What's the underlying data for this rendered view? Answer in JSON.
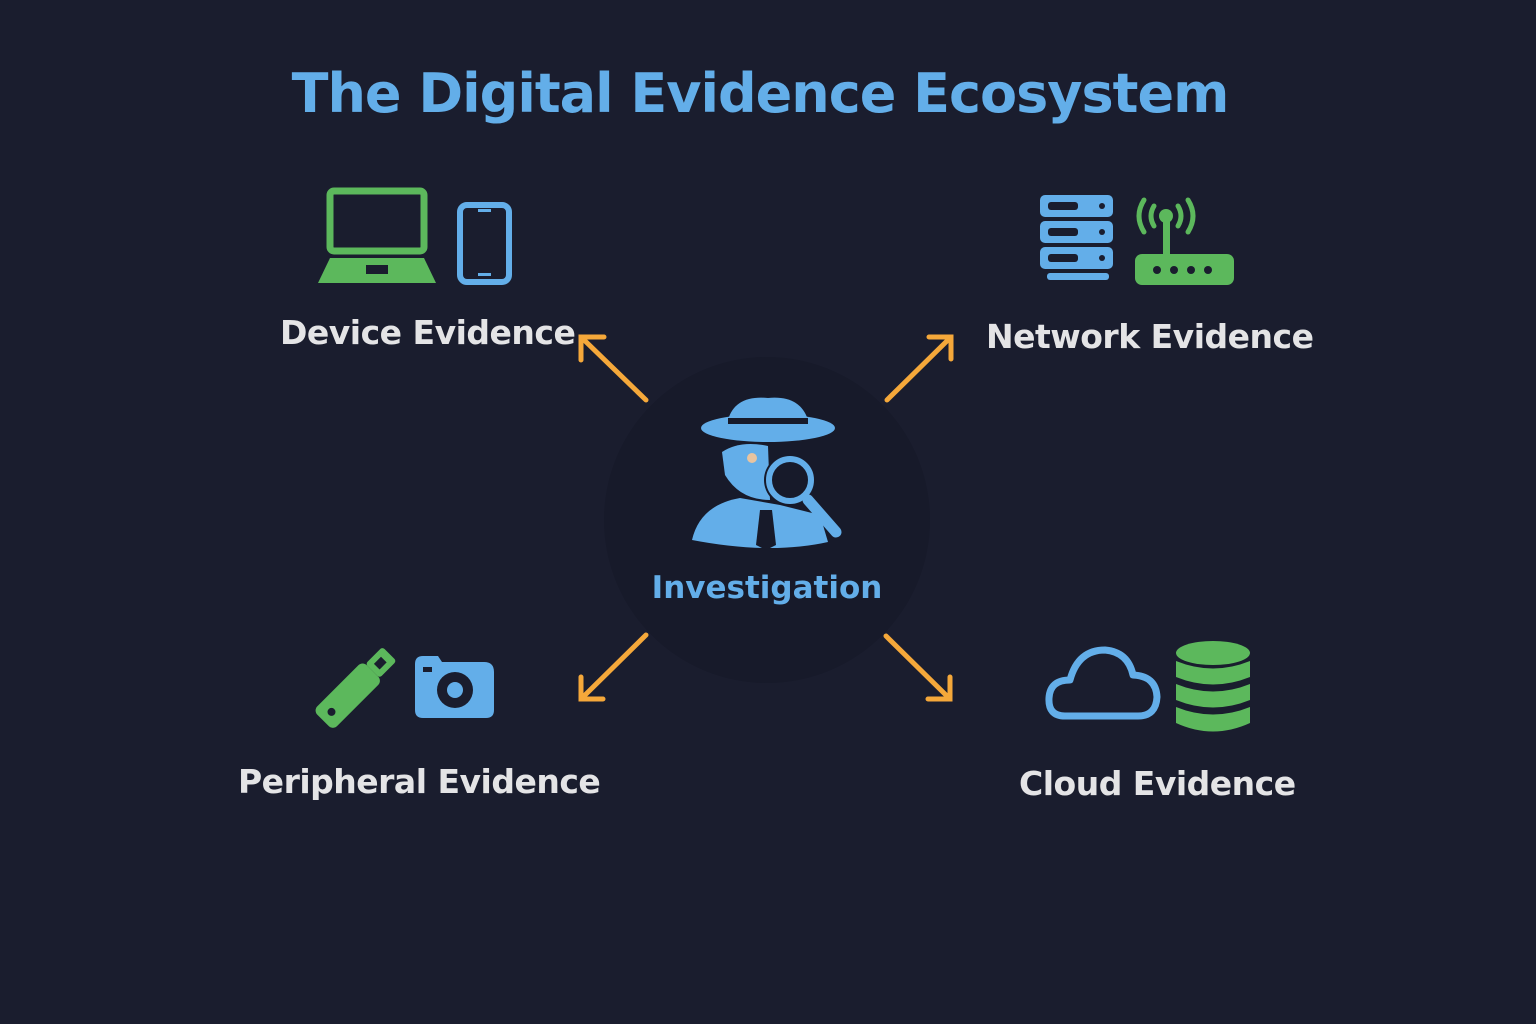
{
  "title": "The Digital Evidence Ecosystem",
  "center": {
    "label": "Investigation",
    "icon": "detective-icon"
  },
  "nodes": [
    {
      "label": "Device Evidence",
      "icons": [
        "laptop-icon",
        "smartphone-icon"
      ]
    },
    {
      "label": "Network Evidence",
      "icons": [
        "server-icon",
        "router-icon"
      ]
    },
    {
      "label": "Peripheral Evidence",
      "icons": [
        "usb-drive-icon",
        "camera-icon"
      ]
    },
    {
      "label": "Cloud Evidence",
      "icons": [
        "cloud-icon",
        "database-icon"
      ]
    }
  ],
  "colors": {
    "background": "#1a1d2e",
    "blue": "#63aee9",
    "green": "#5cb85c",
    "orange": "#f5a83a",
    "text": "#e4e4e6"
  }
}
